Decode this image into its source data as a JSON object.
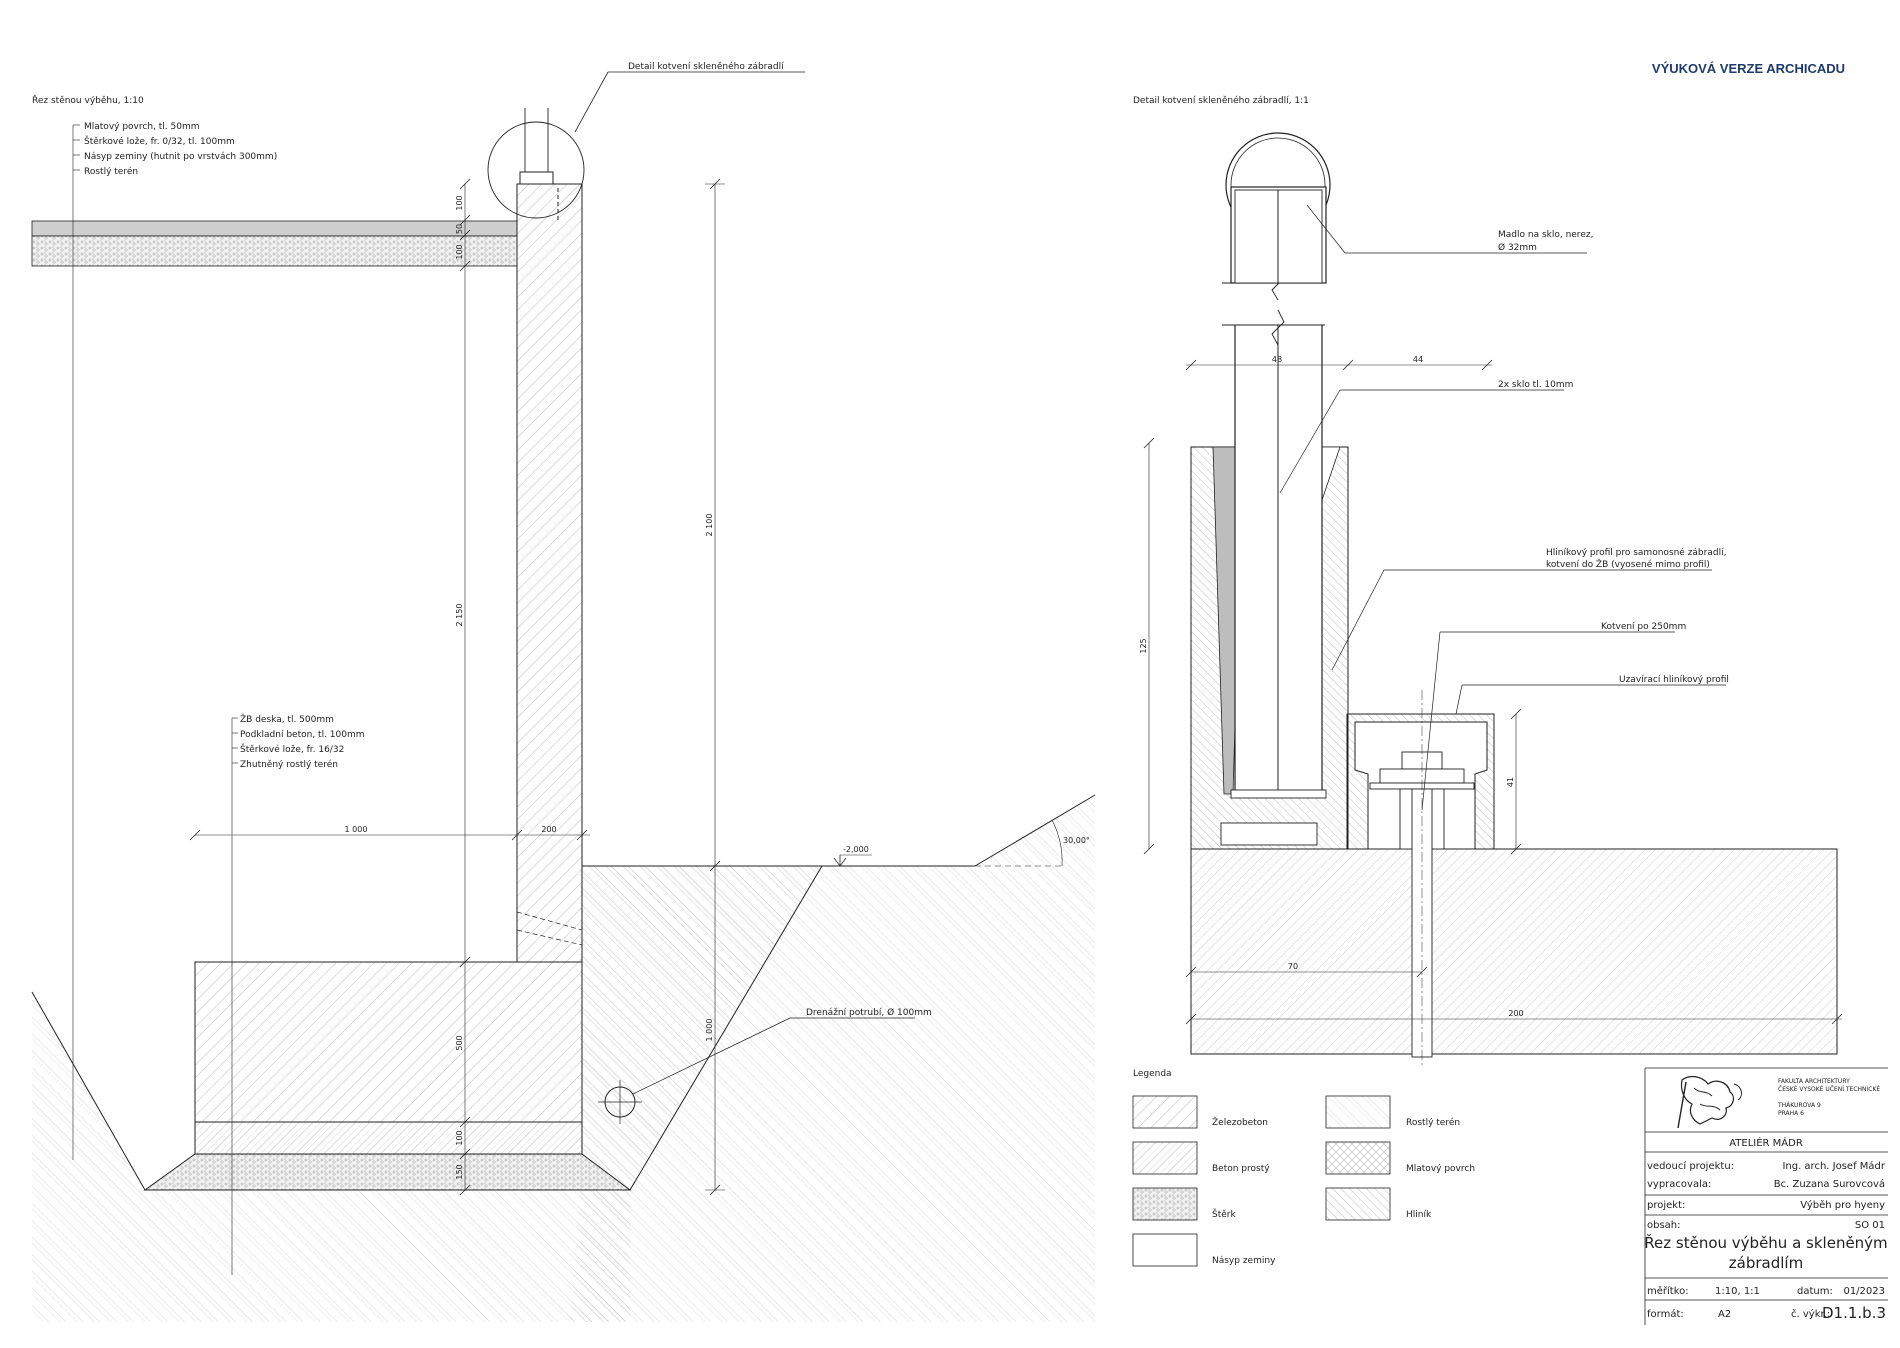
{
  "watermark": "VÝUKOVÁ VERZE ARCHICADU",
  "left": {
    "title": "Řez stěnou výběhu, 1:10",
    "callout": "Detail kotvení skleněného zábradlí",
    "layers_top": [
      "Mlatový povrch, tl. 50mm",
      "Štěrkové lože, fr. 0/32, tl. 100mm",
      "Násyp zeminy (hutnit po vrstvách 300mm)",
      "Rostlý terén"
    ],
    "layers_base": [
      "ŽB deska, tl. 500mm",
      "Podkladní beton, tl. 100mm",
      "Štěrkové lože, fr. 16/32",
      "Zhutněný rostlý terén"
    ],
    "drain": "Drenážní potrubí, Ø 100mm",
    "level": "-2,000",
    "angle": "30,00°",
    "dims": {
      "d100a": "100",
      "d50": "50",
      "d100b": "100",
      "d2150": "2 150",
      "d2100": "2 100",
      "d1000h": "1 000",
      "d200": "200",
      "d500": "500",
      "d100c": "100",
      "d150": "150",
      "d1000v": "1 000"
    }
  },
  "right": {
    "title": "Detail kotvení skleněného zábradlí, 1:1",
    "labels": {
      "madlo1": "Madlo na sklo, nerez,",
      "madlo2": "Ø 32mm",
      "sklo": "2x sklo tl. 10mm",
      "profil1": "Hliníkový profil pro samonosné zábradlí,",
      "profil2": "kotvení do ŽB (vyosené mimo profil)",
      "kotveni": "Kotvení po 250mm",
      "uzav": "Uzavírací hliníkový profil"
    },
    "dims": {
      "d48": "48",
      "d44": "44",
      "d125": "125",
      "d41": "41",
      "d70": "70",
      "d200": "200"
    }
  },
  "legend": {
    "title": "Legenda",
    "items": [
      "Železobeton",
      "Beton prostý",
      "Štěrk",
      "Násyp zeminy",
      "Rostlý terén",
      "Mlatový povrch",
      "Hliník"
    ]
  },
  "titleblock": {
    "school1": "FAKULTA ARCHITEKTURY",
    "school2": "ČESKÉ VYSOKÉ UČENÍ TECHNICKÉ",
    "addr1": "THÁKUROVA 9",
    "addr2": "PRAHA 6",
    "atelier": "ATELIÉR MÁDR",
    "lead_label": "vedoucí projektu:",
    "lead_value": "Ing. arch. Josef Mádr",
    "author_label": "vypracovala:",
    "author_value": "Bc. Zuzana Surovcová",
    "project_label": "projekt:",
    "project_value": "Výběh pro hyeny",
    "content_label": "obsah:",
    "content_code": "SO 01",
    "content_line1": "Řez stěnou výběhu a skleněným",
    "content_line2": "zábradlím",
    "scale_label": "měřítko:",
    "scale_value": "1:10, 1:1",
    "date_label": "datum:",
    "date_value": "01/2023",
    "format_label": "formát:",
    "format_value": "A2",
    "number_label": "č. výkr.:",
    "number_value": "D1.1.b.3"
  }
}
